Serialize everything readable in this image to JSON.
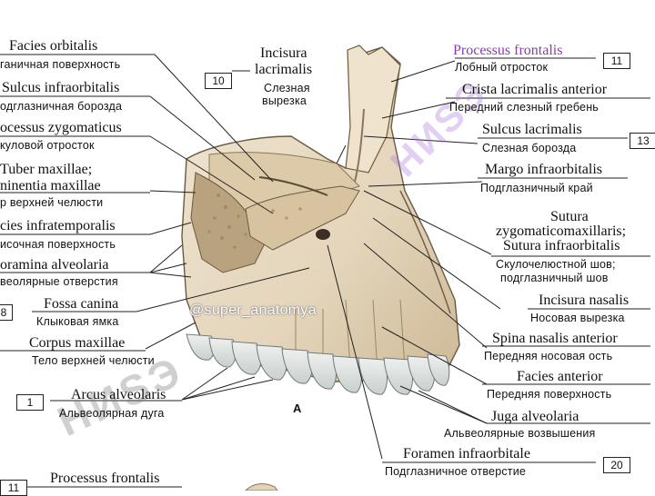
{
  "figure_letter": "A",
  "watermark": {
    "handle": "@super_anatomya",
    "diagonal_text": "HИSЭ",
    "diagonal_text_2": "HИSЭ"
  },
  "left_labels": [
    {
      "latin": "Facies orbitalis",
      "russian": "ганичная поверхность"
    },
    {
      "latin": "Sulcus infraorbitalis",
      "russian": "одглазничная борозда"
    },
    {
      "latin": "ocessus zygomaticus",
      "russian": "куловой отросток"
    },
    {
      "latin": "Tuber maxillae;",
      "latin2": "ninentia maxillae",
      "russian": "р верхней челюсти"
    },
    {
      "latin": "cies infratemporalis",
      "russian": "исочная поверхность"
    },
    {
      "latin": "oramina alveolaria",
      "russian": "веолярные отверстия"
    },
    {
      "latin": "Fossa canina",
      "russian": "Клыковая ямка",
      "number": "8"
    },
    {
      "latin": "Corpus maxillae",
      "russian": "Тело верхней челюсти"
    },
    {
      "latin": "Arcus alveolaris",
      "russian": "Альвеолярная дуга",
      "number": "1"
    },
    {
      "latin": "Processus frontalis",
      "number": "11"
    }
  ],
  "top_label": {
    "latin": "Incisura",
    "latin2": "lacrimalis",
    "russian": "Слезная",
    "russian2": "вырезка",
    "number": "10"
  },
  "right_labels": [
    {
      "latin": "Processus frontalis",
      "russian": "Лобный отросток",
      "number": "11"
    },
    {
      "latin": "Crista lacrimalis anterior",
      "russian": "Передний слезный гребень"
    },
    {
      "latin": "Sulcus lacrimalis",
      "russian": "Слезная борозда",
      "number": "13"
    },
    {
      "latin": "Margo infraorbitalis",
      "russian": "Подглазничный край"
    },
    {
      "latin": "Sutura",
      "latin2": "zygomaticomaxillaris;",
      "latin3": "Sutura infraorbitalis",
      "russian": "Скулочелюстной шов;",
      "russian2": "подглазничный шов"
    },
    {
      "latin": "Incisura nasalis",
      "russian": "Носовая вырезка"
    },
    {
      "latin": "Spina nasalis anterior",
      "russian": "Передняя носовая ость"
    },
    {
      "latin": "Facies anterior",
      "russian": "Передняя поверхность"
    },
    {
      "latin": "Juga alveolaria",
      "russian": "Альвеолярные возвышения"
    },
    {
      "latin": "Foramen infraorbitale",
      "russian": "Подглазничное отверстие",
      "number": "20"
    }
  ],
  "colors": {
    "bone": "#e9dcc6",
    "bone_shade": "#c9b698",
    "line": "#222222"
  }
}
